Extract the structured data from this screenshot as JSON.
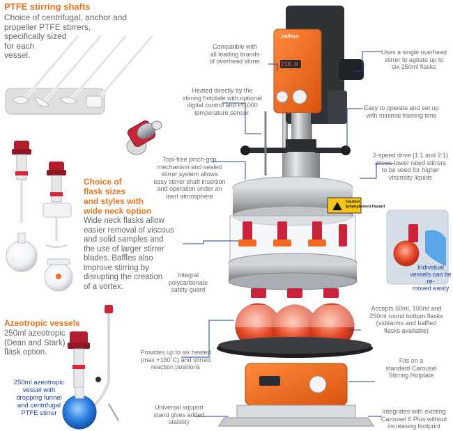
{
  "ptfe": {
    "title": "PTFE stirring shafts",
    "lines": [
      "Choice of centrifugal, anchor and",
      "propeller PTFE stirrers,",
      "specifically sized",
      "for each",
      "vessel."
    ]
  },
  "flasks": {
    "title_lines": [
      "Choice of",
      "flask sizes",
      "and styles with",
      "wide neck option"
    ],
    "lines": [
      "Wide neck flasks allow",
      "easier removal of viscous",
      "and solid samples and",
      "the use of larger stirrer",
      "blades. Baffles also",
      "improve stirring by",
      "disrupting the creation",
      "of a vortex."
    ]
  },
  "azeo": {
    "title": "Azeotropic vessels",
    "lines": [
      "250ml azeotropic",
      "(Dean and Stark)",
      "flask option."
    ],
    "caption_lines": [
      "250ml azeotropic",
      "vessel with",
      "dropping funnel",
      "and centrifugal",
      "PTFE stirrer"
    ]
  },
  "callouts": {
    "compatible": [
      "Compatible with",
      "all leading brands",
      "of overhead stirrer"
    ],
    "single_stirrer": [
      "Uses a single overhead",
      "stirrer to agitate up to",
      "six 250ml flasks"
    ],
    "heated": [
      "Heated directly by the",
      "stirring hotplate with optional",
      "digital control and Pt1000",
      "temperature sensor."
    ],
    "easy": [
      "Easy to operate and set up",
      "with minimal training time"
    ],
    "two_speed": [
      "2-speed drive (1:1 and 2:1)",
      "allows lower rated stirrers",
      "to be used for higher",
      "viscosity liquids"
    ],
    "toolfree": [
      "Tool-free pinch-grip",
      "mechanism and sealed",
      "stirrer system allows",
      "easy stirrer shaft insertion",
      "and operation under an",
      "inert atmosphere"
    ],
    "integral": [
      "Integral",
      "polycarbonate",
      "safety guard"
    ],
    "individual": [
      "Individual",
      "vessels can be re-",
      "moved easily"
    ],
    "accepts": [
      "Accepts 50ml, 100ml and",
      "250ml round bottom flasks",
      "(sidearms and baffled",
      "flasks available)"
    ],
    "six_heated": [
      "Provides up to six heated",
      "(max +180˚C) and stirred",
      "reaction positions"
    ],
    "fits": [
      "Fits on a",
      "standard Carousel",
      "Stirring Hotplate"
    ],
    "universal": [
      "Universal support",
      "stand gives added",
      "stability"
    ],
    "integrates": [
      "Integrates with existing",
      "Carousel 6 Plus without",
      "increasing footprint"
    ]
  },
  "device": {
    "brand": "radleys",
    "display": "218.0",
    "caution_lines": [
      "Caution",
      "Entanglement Hazard"
    ]
  },
  "colors": {
    "accent": "#e8741e",
    "callout_line": "#1f3fa3",
    "stirrer_orange": "#f26b21",
    "chrome": "#b8bcc2",
    "liquid_red": "#e64a2a",
    "liquid_blue": "#2a7de1"
  }
}
